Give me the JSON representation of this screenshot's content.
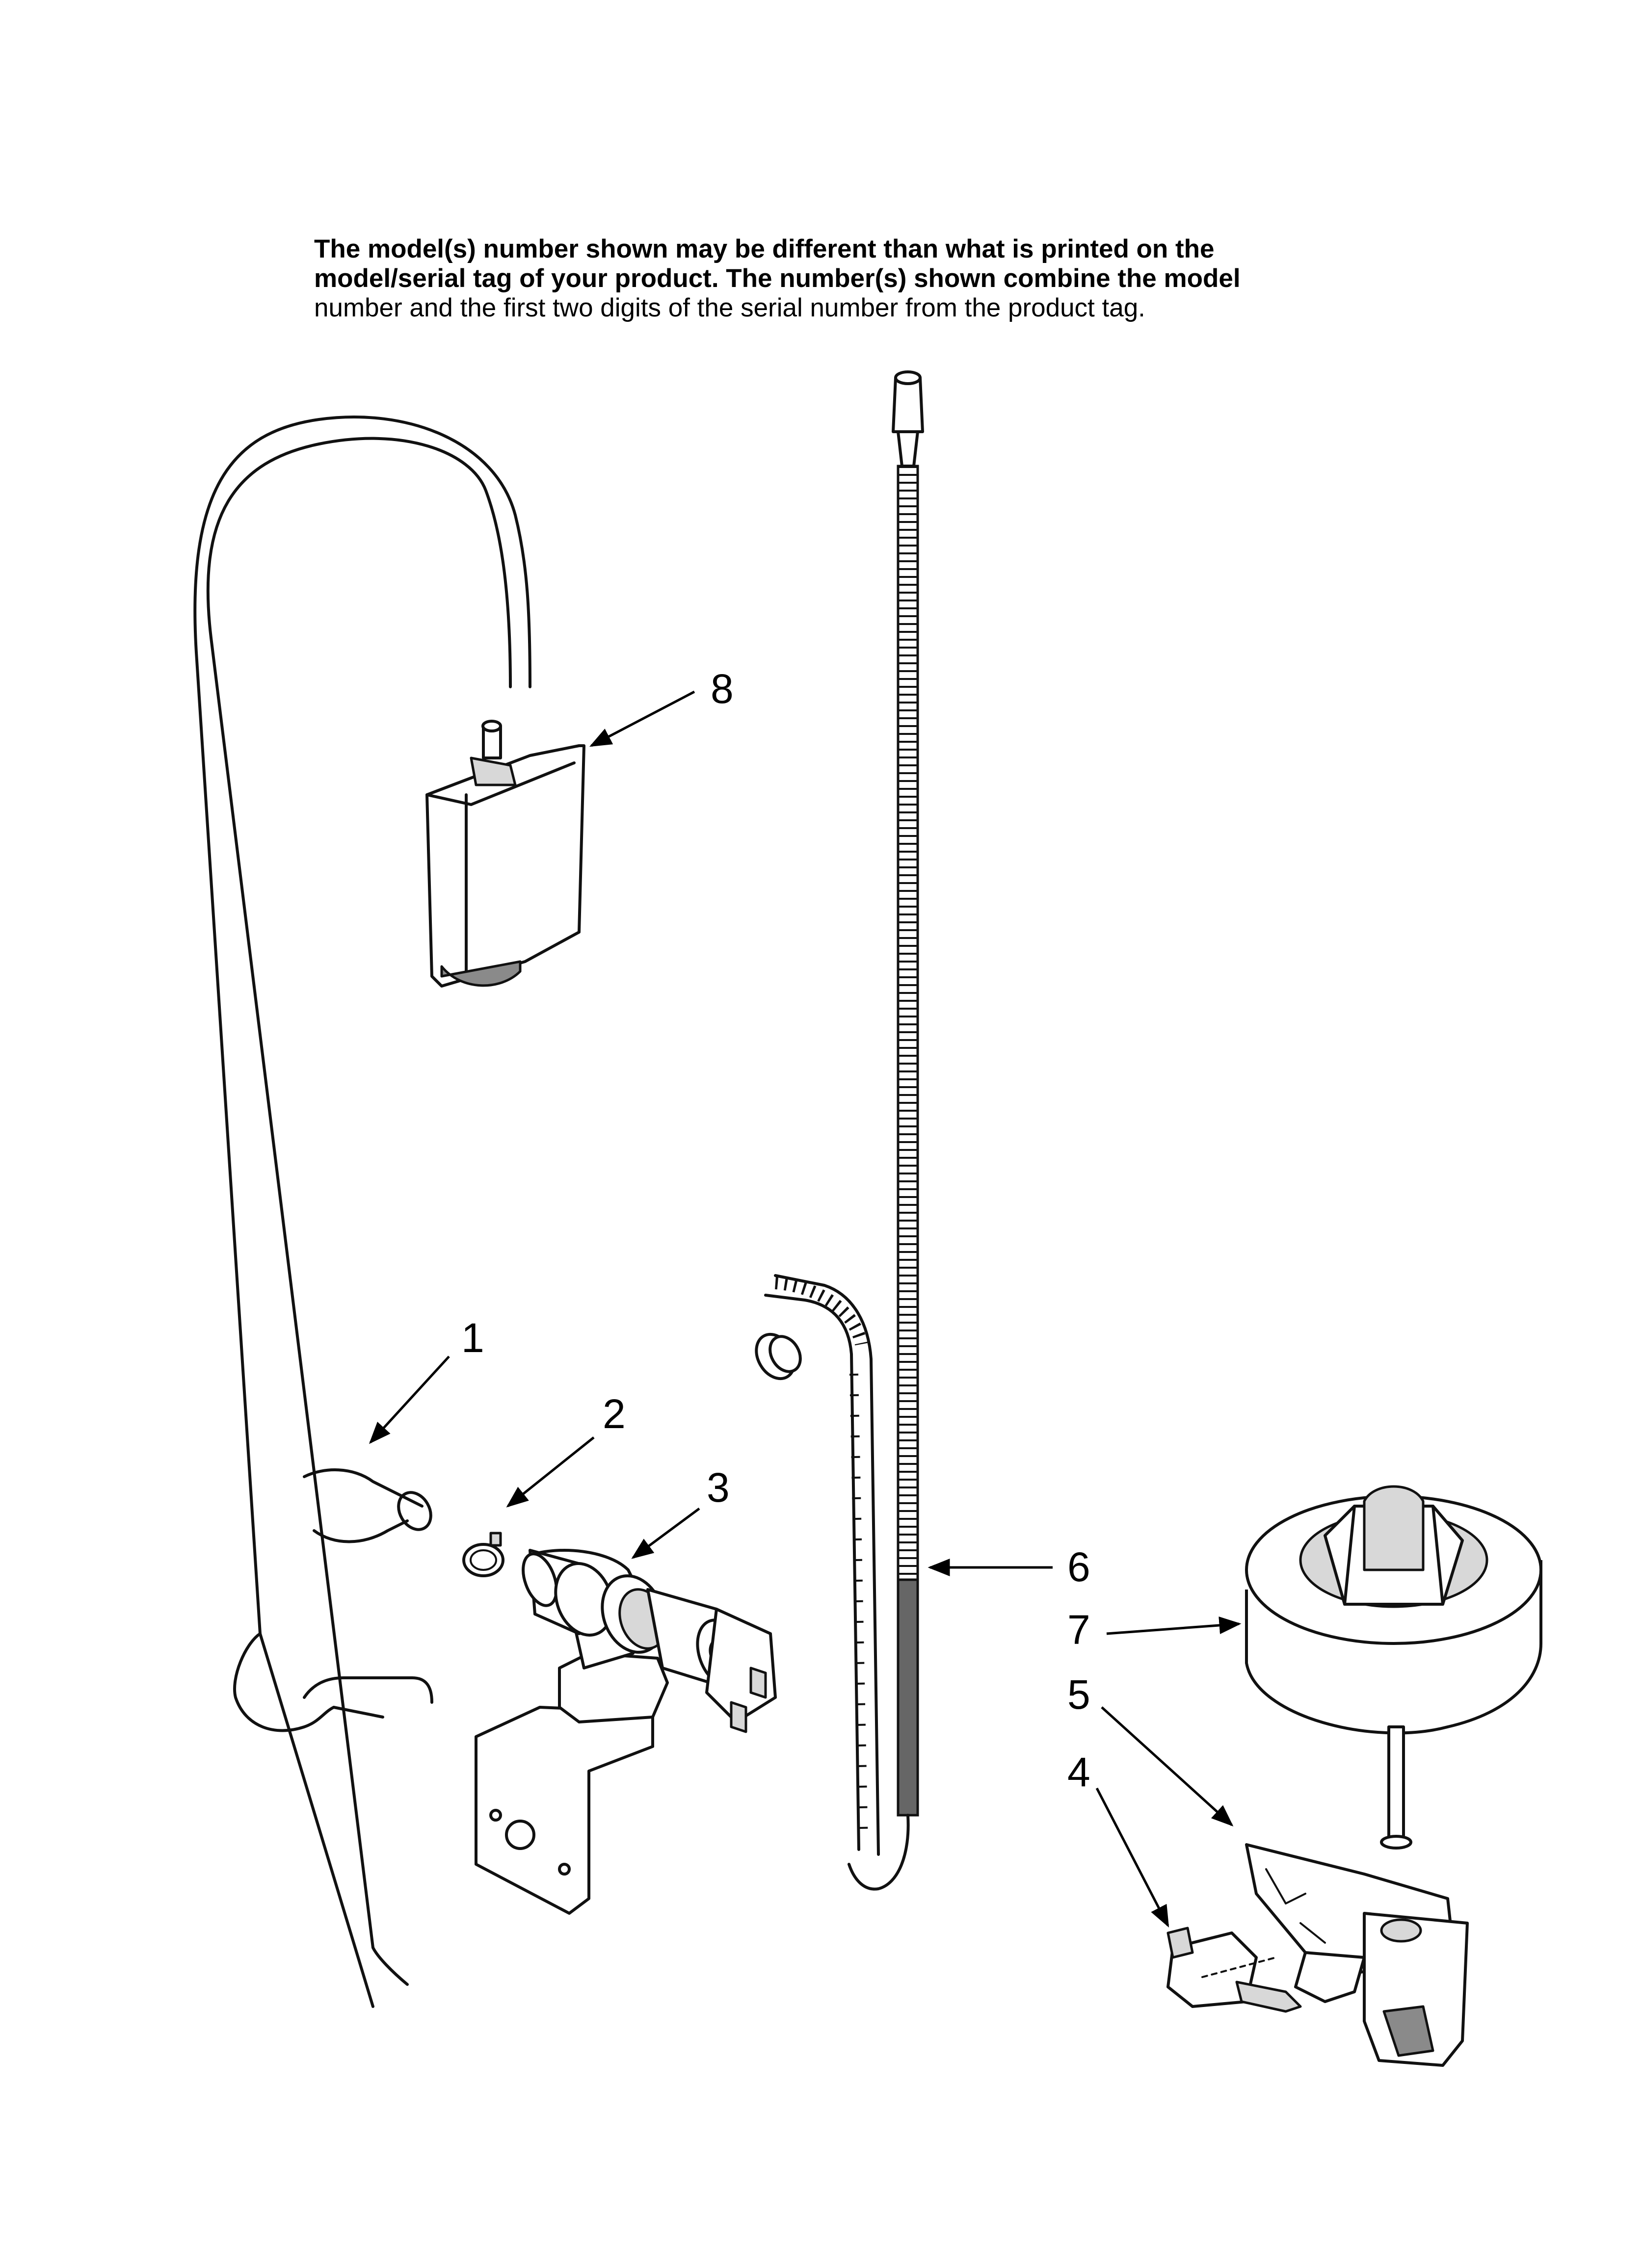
{
  "disclaimer": {
    "line1": "The model(s) number shown may be different than what is printed on the",
    "line2": "model/serial tag of your product. The number(s) shown combine the model",
    "line3": "number and the first two digits of the serial number from the product tag."
  },
  "callouts": {
    "c1": "1",
    "c2": "2",
    "c3": "3",
    "c4": "4",
    "c5": "5",
    "c6": "6",
    "c7": "7",
    "c8": "8"
  }
}
